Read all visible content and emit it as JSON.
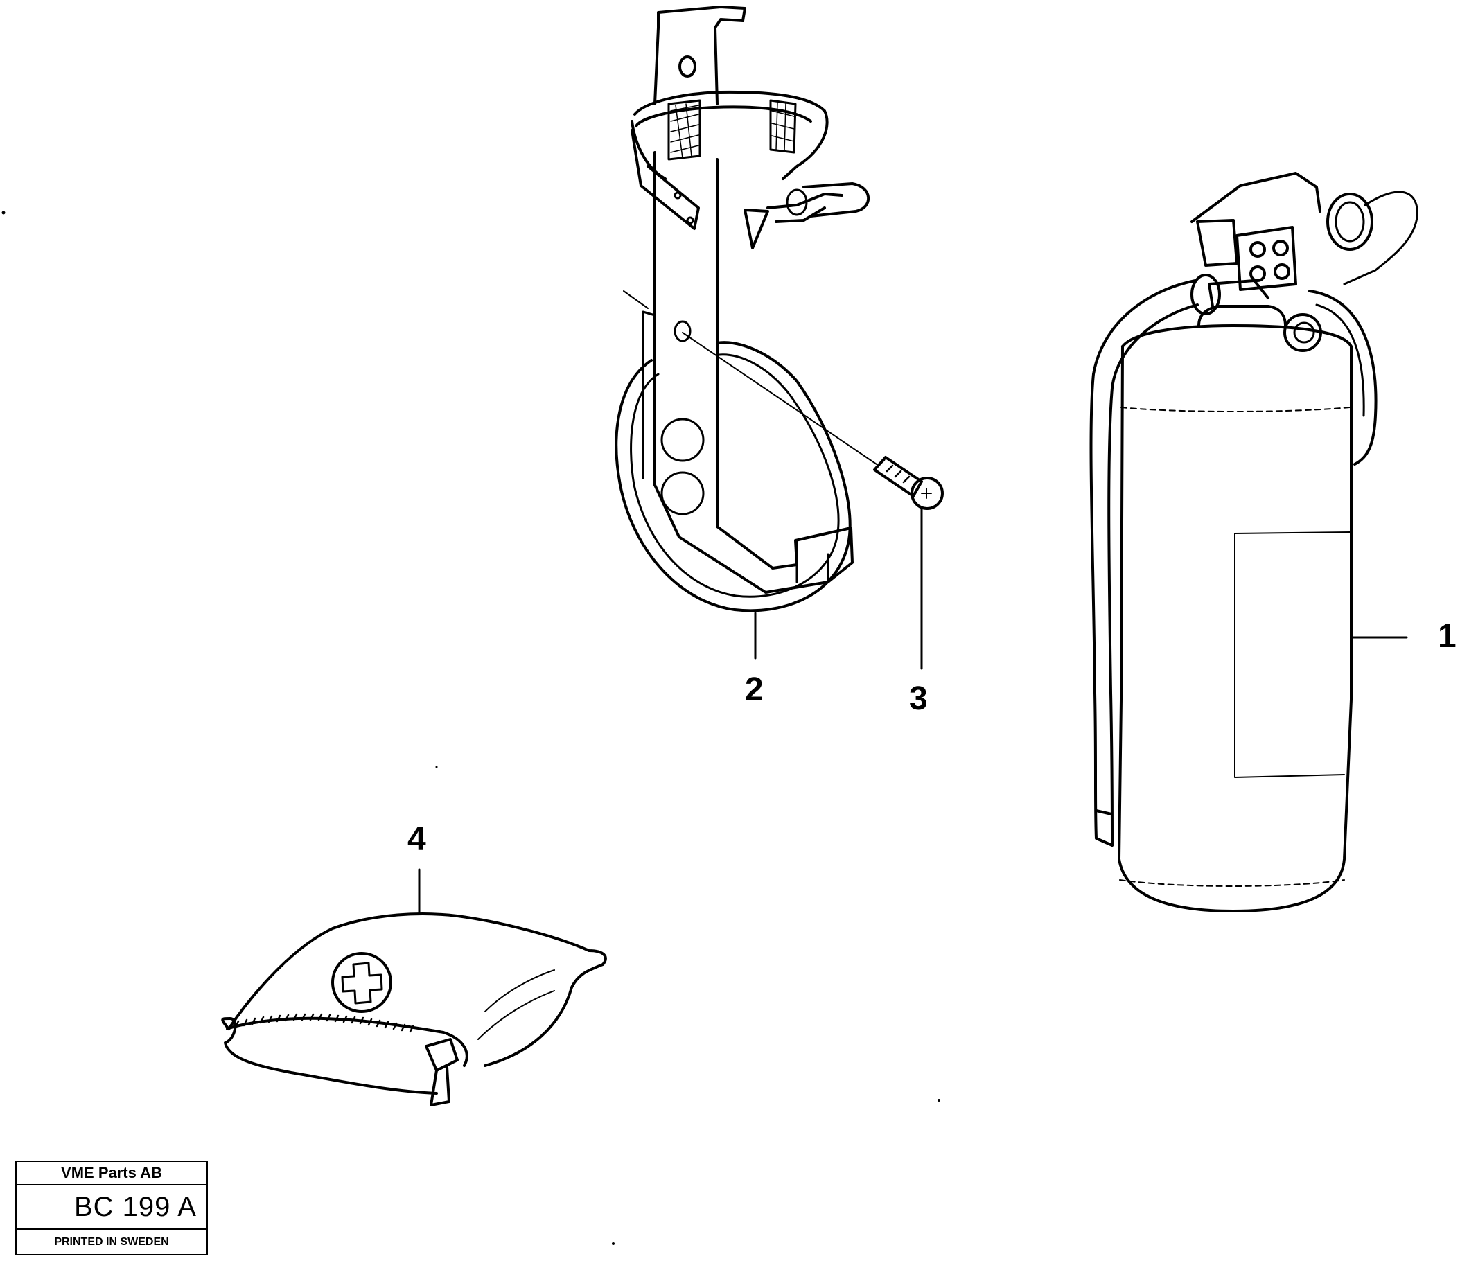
{
  "figure": {
    "parts": [
      {
        "id": "1",
        "name": "fire-extinguisher"
      },
      {
        "id": "2",
        "name": "extinguisher-bracket"
      },
      {
        "id": "3",
        "name": "mounting-screw"
      },
      {
        "id": "4",
        "name": "first-aid-kit-pouch"
      }
    ]
  },
  "callouts": {
    "c1": "1",
    "c2": "2",
    "c3": "3",
    "c4": "4"
  },
  "title_block": {
    "company": "VME Parts AB",
    "code": "BC 199 A",
    "printed": "PRINTED IN SWEDEN"
  }
}
